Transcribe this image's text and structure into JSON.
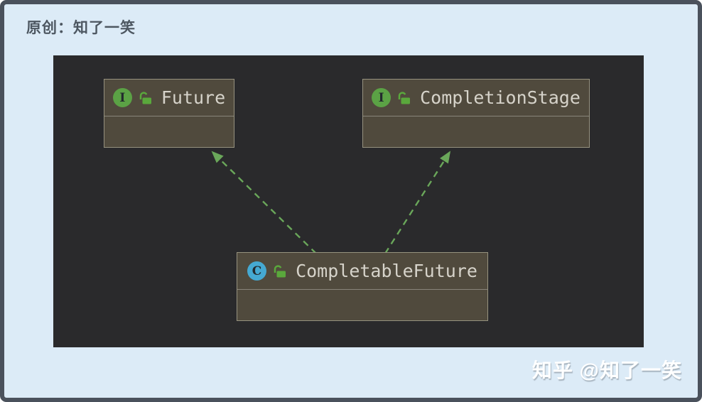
{
  "header": {
    "origin_label": "原创：知了一笑"
  },
  "watermark": {
    "text": "知乎 @知了一笑"
  },
  "diagram": {
    "tool_style": "intellij-uml-class-diagram",
    "nodes": {
      "future": {
        "label": "Future",
        "kind": "interface",
        "icon_letter": "I",
        "visibility": "public"
      },
      "completion_stage": {
        "label": "CompletionStage",
        "kind": "interface",
        "icon_letter": "I",
        "visibility": "public"
      },
      "completable_future": {
        "label": "CompletableFuture",
        "kind": "class",
        "icon_letter": "C",
        "visibility": "public"
      }
    },
    "edges": [
      {
        "from": "CompletableFuture",
        "to": "Future",
        "line": "dashed",
        "relation": "realization-implements"
      },
      {
        "from": "CompletableFuture",
        "to": "CompletionStage",
        "line": "dashed",
        "relation": "realization-implements"
      }
    ]
  },
  "colors": {
    "page_background": "#dcebf7",
    "frame_border": "#4a515c",
    "header_text": "#4d5761",
    "canvas_background": "#2a2a2c",
    "node_fill": "#504a3d",
    "node_border": "#96927f",
    "node_divider": "#89857a",
    "node_label_text": "#d6d3ca",
    "interface_icon_fill": "#5ba245",
    "class_icon_fill": "#45a9d2",
    "icon_letter_color": "#232a2e",
    "lock_icon": "#5aa83c",
    "edge_color": "#6aa75a",
    "watermark_text": "#ffffff"
  }
}
